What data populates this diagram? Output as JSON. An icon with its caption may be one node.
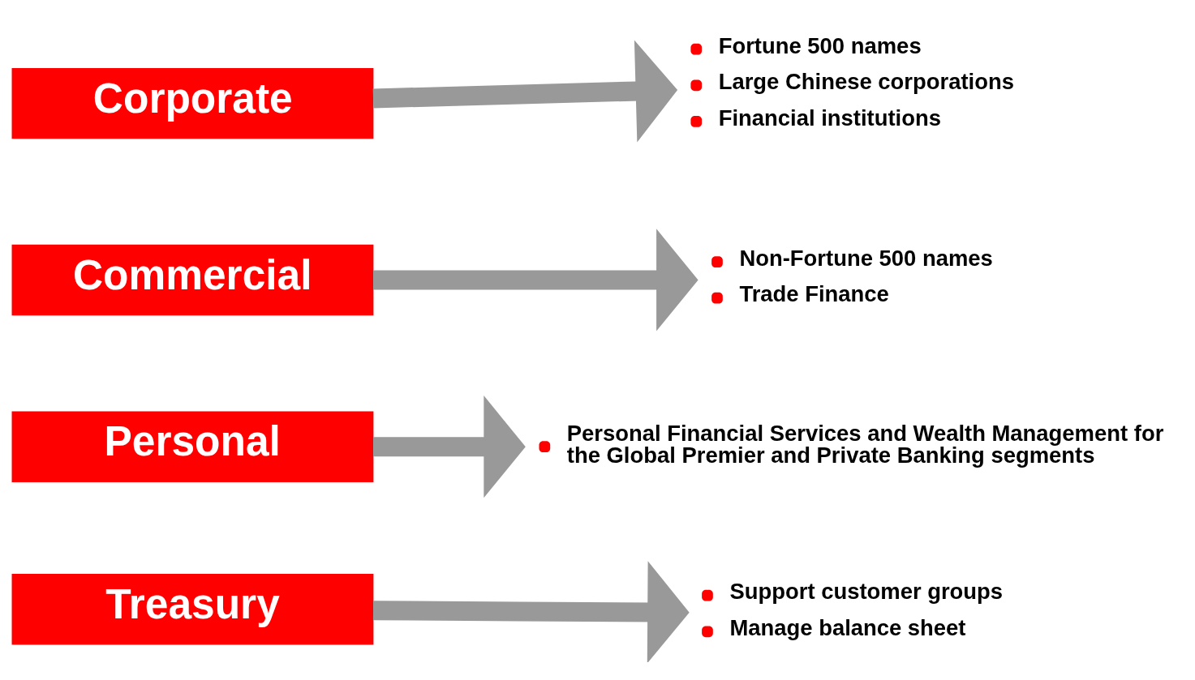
{
  "diagram": {
    "nodes": [
      {
        "text": [
          "Corporate"
        ]
      },
      {
        "text": [
          "Fortune 500 names",
          "Large Chinese corporations",
          "Financial institutions"
        ]
      },
      {
        "text": [
          "Commercial"
        ]
      },
      {
        "text": [
          "Non-Fortune 500 names",
          "Trade Finance"
        ]
      },
      {
        "text": [
          "Personal"
        ]
      },
      {
        "text": [
          "Personal Financial Services and Wealth Management for the Global Premier and Private Banking segments"
        ]
      },
      {
        "text": [
          "Treasury"
        ]
      },
      {
        "text": [
          "Support customer groups",
          "Manage balance sheet"
        ]
      }
    ],
    "edges": [
      {
        "from": 0,
        "to": 1,
        "arrow": "to"
      },
      {
        "from": 2,
        "to": 3,
        "arrow": "to"
      },
      {
        "from": 4,
        "to": 5,
        "arrow": "to"
      },
      {
        "from": 6,
        "to": 7,
        "arrow": "to"
      }
    ]
  }
}
